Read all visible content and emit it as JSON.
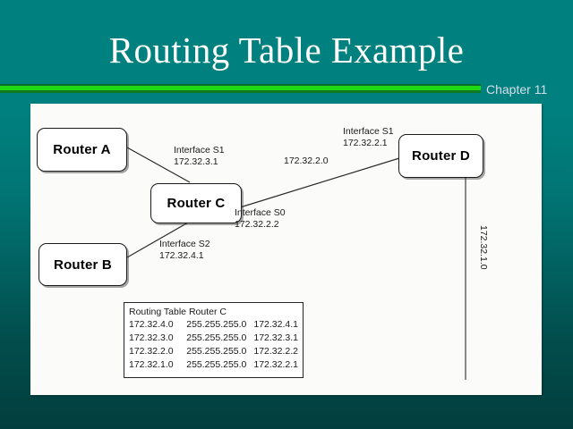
{
  "slide": {
    "title": "Routing Table Example",
    "chapter": "Chapter 11",
    "accent_green": "#1fd914",
    "background_teal": "#00807f",
    "panel_color": "#fbfbf9"
  },
  "diagram": {
    "routers": [
      {
        "id": "router-a",
        "label": "Router A"
      },
      {
        "id": "router-b",
        "label": "Router B"
      },
      {
        "id": "router-c",
        "label": "Router C"
      },
      {
        "id": "router-d",
        "label": "Router D"
      }
    ],
    "interface_labels": [
      {
        "id": "s1-c",
        "name": "Interface S1",
        "address": "172.32.3.1"
      },
      {
        "id": "s0-c",
        "name": "Interface S0",
        "address": "172.32.2.2"
      },
      {
        "id": "s2-c",
        "name": "Interface S2",
        "address": "172.32.4.1"
      },
      {
        "id": "s1-d",
        "name": "Interface S1",
        "address": "172.32.2.1"
      }
    ],
    "network_labels": [
      {
        "id": "net-2",
        "text": "172.32.2.0"
      },
      {
        "id": "net-1",
        "text": "172.32.1.0"
      }
    ]
  },
  "routing_table": {
    "title": "Routing Table Router C",
    "rows": [
      {
        "network": "172.32.4.0",
        "mask": "255.255.255.0",
        "next_hop": "172.32.4.1"
      },
      {
        "network": "172.32.3.0",
        "mask": "255.255.255.0",
        "next_hop": "172.32.3.1"
      },
      {
        "network": "172.32.2.0",
        "mask": "255.255.255.0",
        "next_hop": "172.32.2.2"
      },
      {
        "network": "172.32.1.0",
        "mask": "255.255.255.0",
        "next_hop": "172.32.2.1"
      }
    ]
  }
}
